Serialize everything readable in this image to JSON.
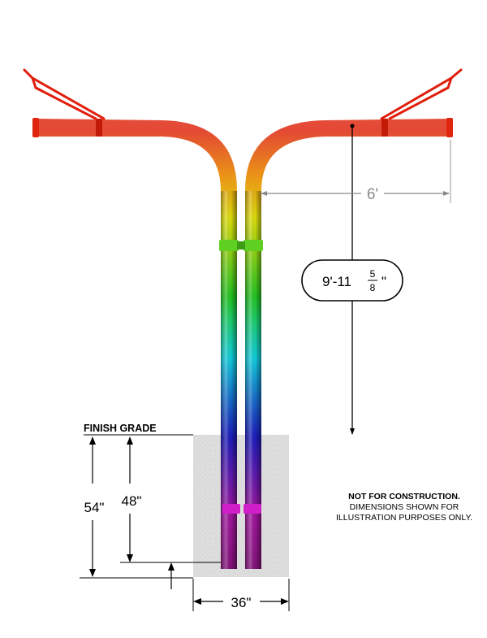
{
  "labels": {
    "finish_grade": "FINISH GRADE",
    "height": "9'-11",
    "height_frac_num": "5",
    "height_frac_den": "8",
    "height_inch": "\"",
    "arm_reach": "6'",
    "footing_depth_total": "54\"",
    "pole_embed_depth": "48\"",
    "footing_width": "36\""
  },
  "notes": {
    "line1": "NOT FOR CONSTRUCTION.",
    "line2": "DIMENSIONS SHOWN FOR",
    "line3": "ILLUSTRATION PURPOSES ONLY."
  },
  "colors": {
    "pole_top": "#e0260e",
    "pole_orange": "#f28a00",
    "pole_yellow": "#e8e800",
    "pole_green": "#22c822",
    "pole_cyan": "#11d6e6",
    "pole_blue": "#2020d8",
    "pole_magenta": "#cc1cc8",
    "arm_red": "#e11e0c",
    "concrete": "#dddddd",
    "dimension_line": "#000000",
    "dimension_line_light": "#999999"
  }
}
